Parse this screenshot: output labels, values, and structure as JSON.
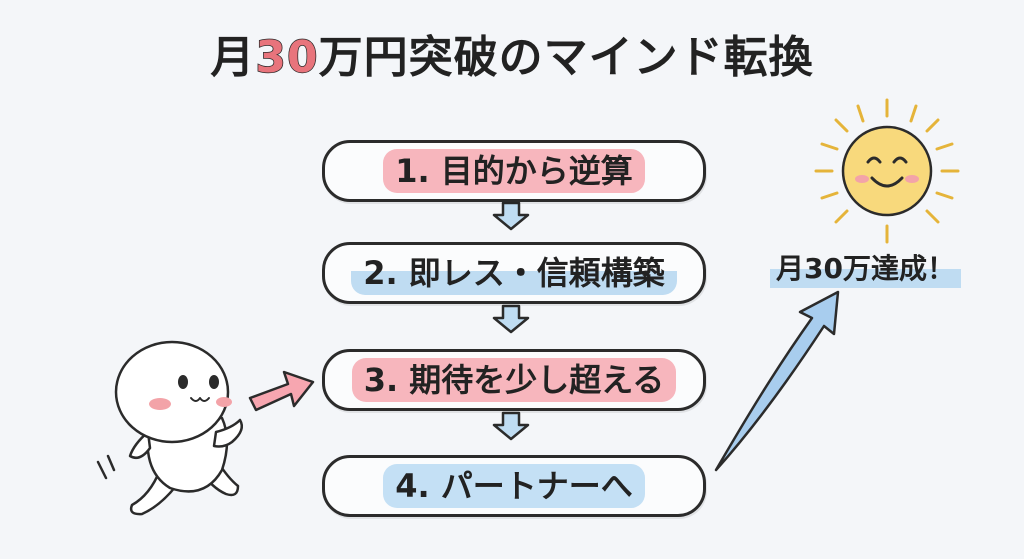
{
  "title": {
    "prefix": "月",
    "accent": "30",
    "suffix": "万円突破のマインド転換"
  },
  "steps": [
    {
      "label": "1. 目的から逆算",
      "highlight": "pink"
    },
    {
      "label": "2. 即レス・信頼構築",
      "highlight": "blue"
    },
    {
      "label": "3. 期待を少し超える",
      "highlight": "pink"
    },
    {
      "label": "4. パートナーへ",
      "highlight": "blue"
    }
  ],
  "goal": {
    "label": "月30万達成！"
  },
  "colors": {
    "pink": "#f7b6bd",
    "blue": "#bfdcf2",
    "accent_red": "#e8747c",
    "sun": "#f7d77a",
    "outline": "#2b2b2b"
  },
  "illustrations": {
    "character": "running-blob-character",
    "sun": "smiling-sun-icon",
    "arrow_to_steps": "pink-arrow-icon",
    "rising_arrow": "blue-rising-arrow-icon"
  }
}
